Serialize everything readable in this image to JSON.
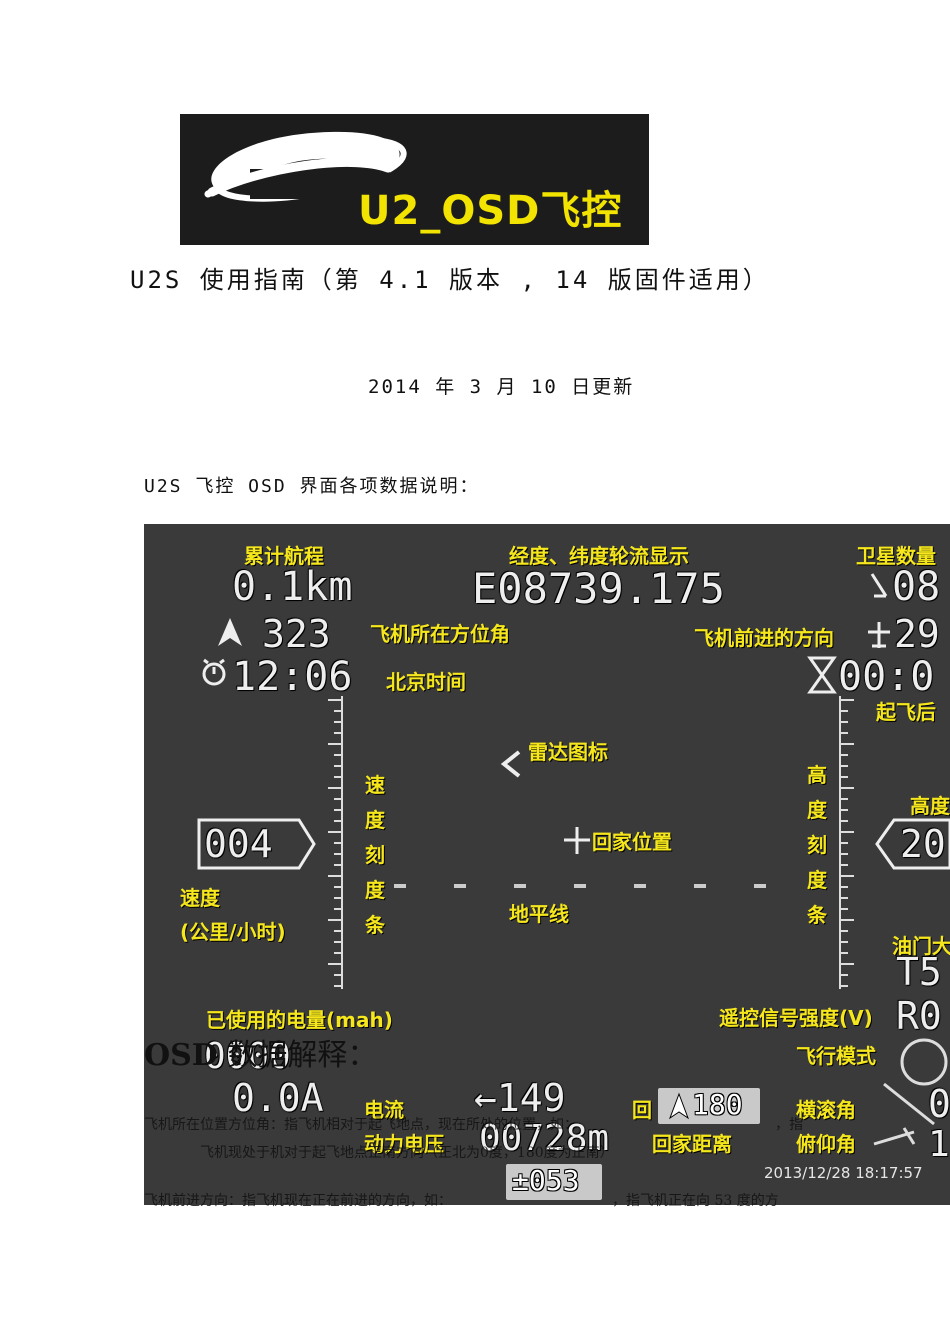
{
  "logo": {
    "text": "U2_OSD飞控"
  },
  "header": {
    "title": "U2S 使用指南（第 4.1 版本 , 14 版固件适用）",
    "date": "2014 年 3 月 10 日更新",
    "intro": "U2S 飞控 OSD 界面各项数据说明："
  },
  "osd": {
    "labels": {
      "total_distance": "累计航程",
      "latlon": "经度、纬度轮流显示",
      "satellites": "卫星数量",
      "aircraft_bearing": "飞机所在方位角",
      "heading": "飞机前进的方向",
      "beijing_time": "北京时间",
      "after_takeoff": "起飞后",
      "radar_icon": "雷达图标",
      "altitude_scale": "高度刻度条",
      "altitude": "高度",
      "speed_scale": "速度刻度条",
      "home_position": "回家位置",
      "speed": "速度",
      "speed_unit": "(公里/小时)",
      "horizon": "地平线",
      "throttle": "油门大",
      "used_mah": "已使用的电量(mah)",
      "rc_signal": "遥控信号强度(V)",
      "flight_mode": "飞行模式",
      "current": "电流",
      "power_voltage": "动力电压",
      "home_distance": "回家距离",
      "home_dir": "回",
      "roll": "横滚角",
      "pitch": "俯仰角"
    },
    "values": {
      "distance": "0.1km",
      "latlon": "E08739.175",
      "sats": "08",
      "bearing": "323",
      "heading": "29",
      "clock": "12:06",
      "flight_time": "00:0",
      "speed": "004",
      "altitude": "20",
      "throttle": "T5",
      "rssi": "R0",
      "mah": "0000",
      "current": "0.0A",
      "home_dir": "←149",
      "home_dist": "00728m",
      "inline_bearing": "180",
      "roll": "0",
      "pitch": "1"
    },
    "timestamp": "2013/12/28 18:17:57"
  },
  "section": {
    "heading_latin": "OSD",
    "heading_cn": " 数据解释：",
    "para1": "飞机所在位置方位角：指飞机相对于起飞地点，现在所处的位置，如：",
    "para1_tail": "，指",
    "para2": "飞机现处于机对于起飞地点正南方向（正北为0度，180度为正南）",
    "para3": "飞机前进方向：指飞机现在正在前进的方向，如：",
    "para3_tail": "，指飞机正在向 53 度的方",
    "inline_heading": "±053"
  }
}
